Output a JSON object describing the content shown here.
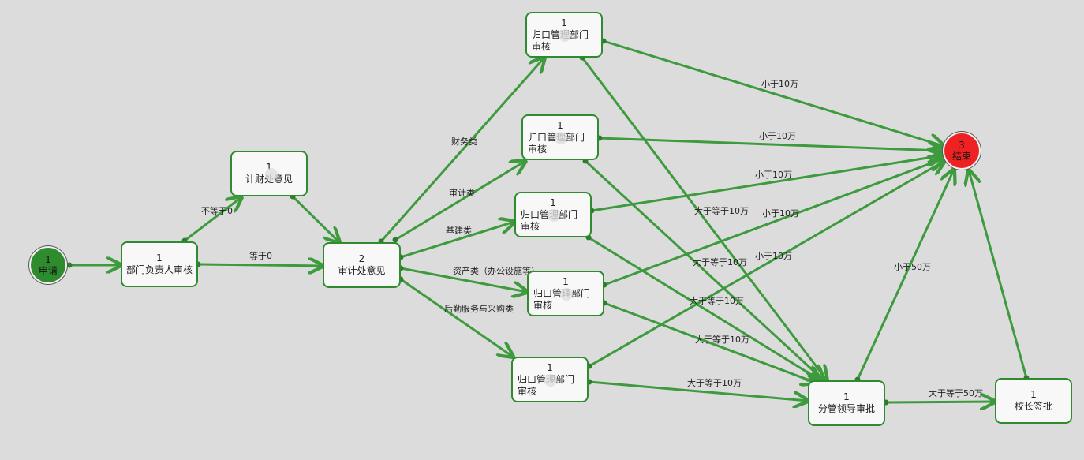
{
  "nodes": {
    "start": {
      "count": "1",
      "label": "申请"
    },
    "dept_head": {
      "count": "1",
      "label": "部门负责人审核"
    },
    "finance": {
      "count": "1",
      "label": "计财处意见"
    },
    "audit": {
      "count": "2",
      "label": "审计处意见"
    },
    "review1": {
      "count": "1",
      "label": "归口管理部门审核"
    },
    "review2": {
      "count": "1",
      "label": "归口管理部门审核"
    },
    "review3": {
      "count": "1",
      "label": "归口管理部门审核"
    },
    "review4": {
      "count": "1",
      "label": "归口管理部门审核"
    },
    "review5": {
      "count": "1",
      "label": "归口管理部门审核"
    },
    "leader": {
      "count": "1",
      "label": "分管领导审批"
    },
    "president": {
      "count": "1",
      "label": "校长签批"
    },
    "end": {
      "count": "3",
      "label": "结束"
    }
  },
  "edge_labels": {
    "ne0": "不等于0",
    "eq0": "等于0",
    "cat_finance": "财务类",
    "cat_audit": "审计类",
    "cat_infra": "基建类",
    "cat_asset": "资产类（办公设施等）",
    "cat_logistics": "后勤服务与采购类",
    "lt10_1": "小于10万",
    "lt10_2": "小于10万",
    "lt10_3": "小于10万",
    "lt10_4": "小于10万",
    "lt10_5": "小于10万",
    "ge10_1": "大于等于10万",
    "ge10_2": "大于等于10万",
    "ge10_3": "大于等于10万",
    "ge10_4": "大于等于10万",
    "ge10_5": "大于等于10万",
    "lt50": "小于50万",
    "ge50": "大于等于50万"
  },
  "colors": {
    "edge": "#3d9a3d",
    "node_border": "#2e8b2e",
    "start": "#2e8b2e",
    "end": "#ee2222"
  }
}
